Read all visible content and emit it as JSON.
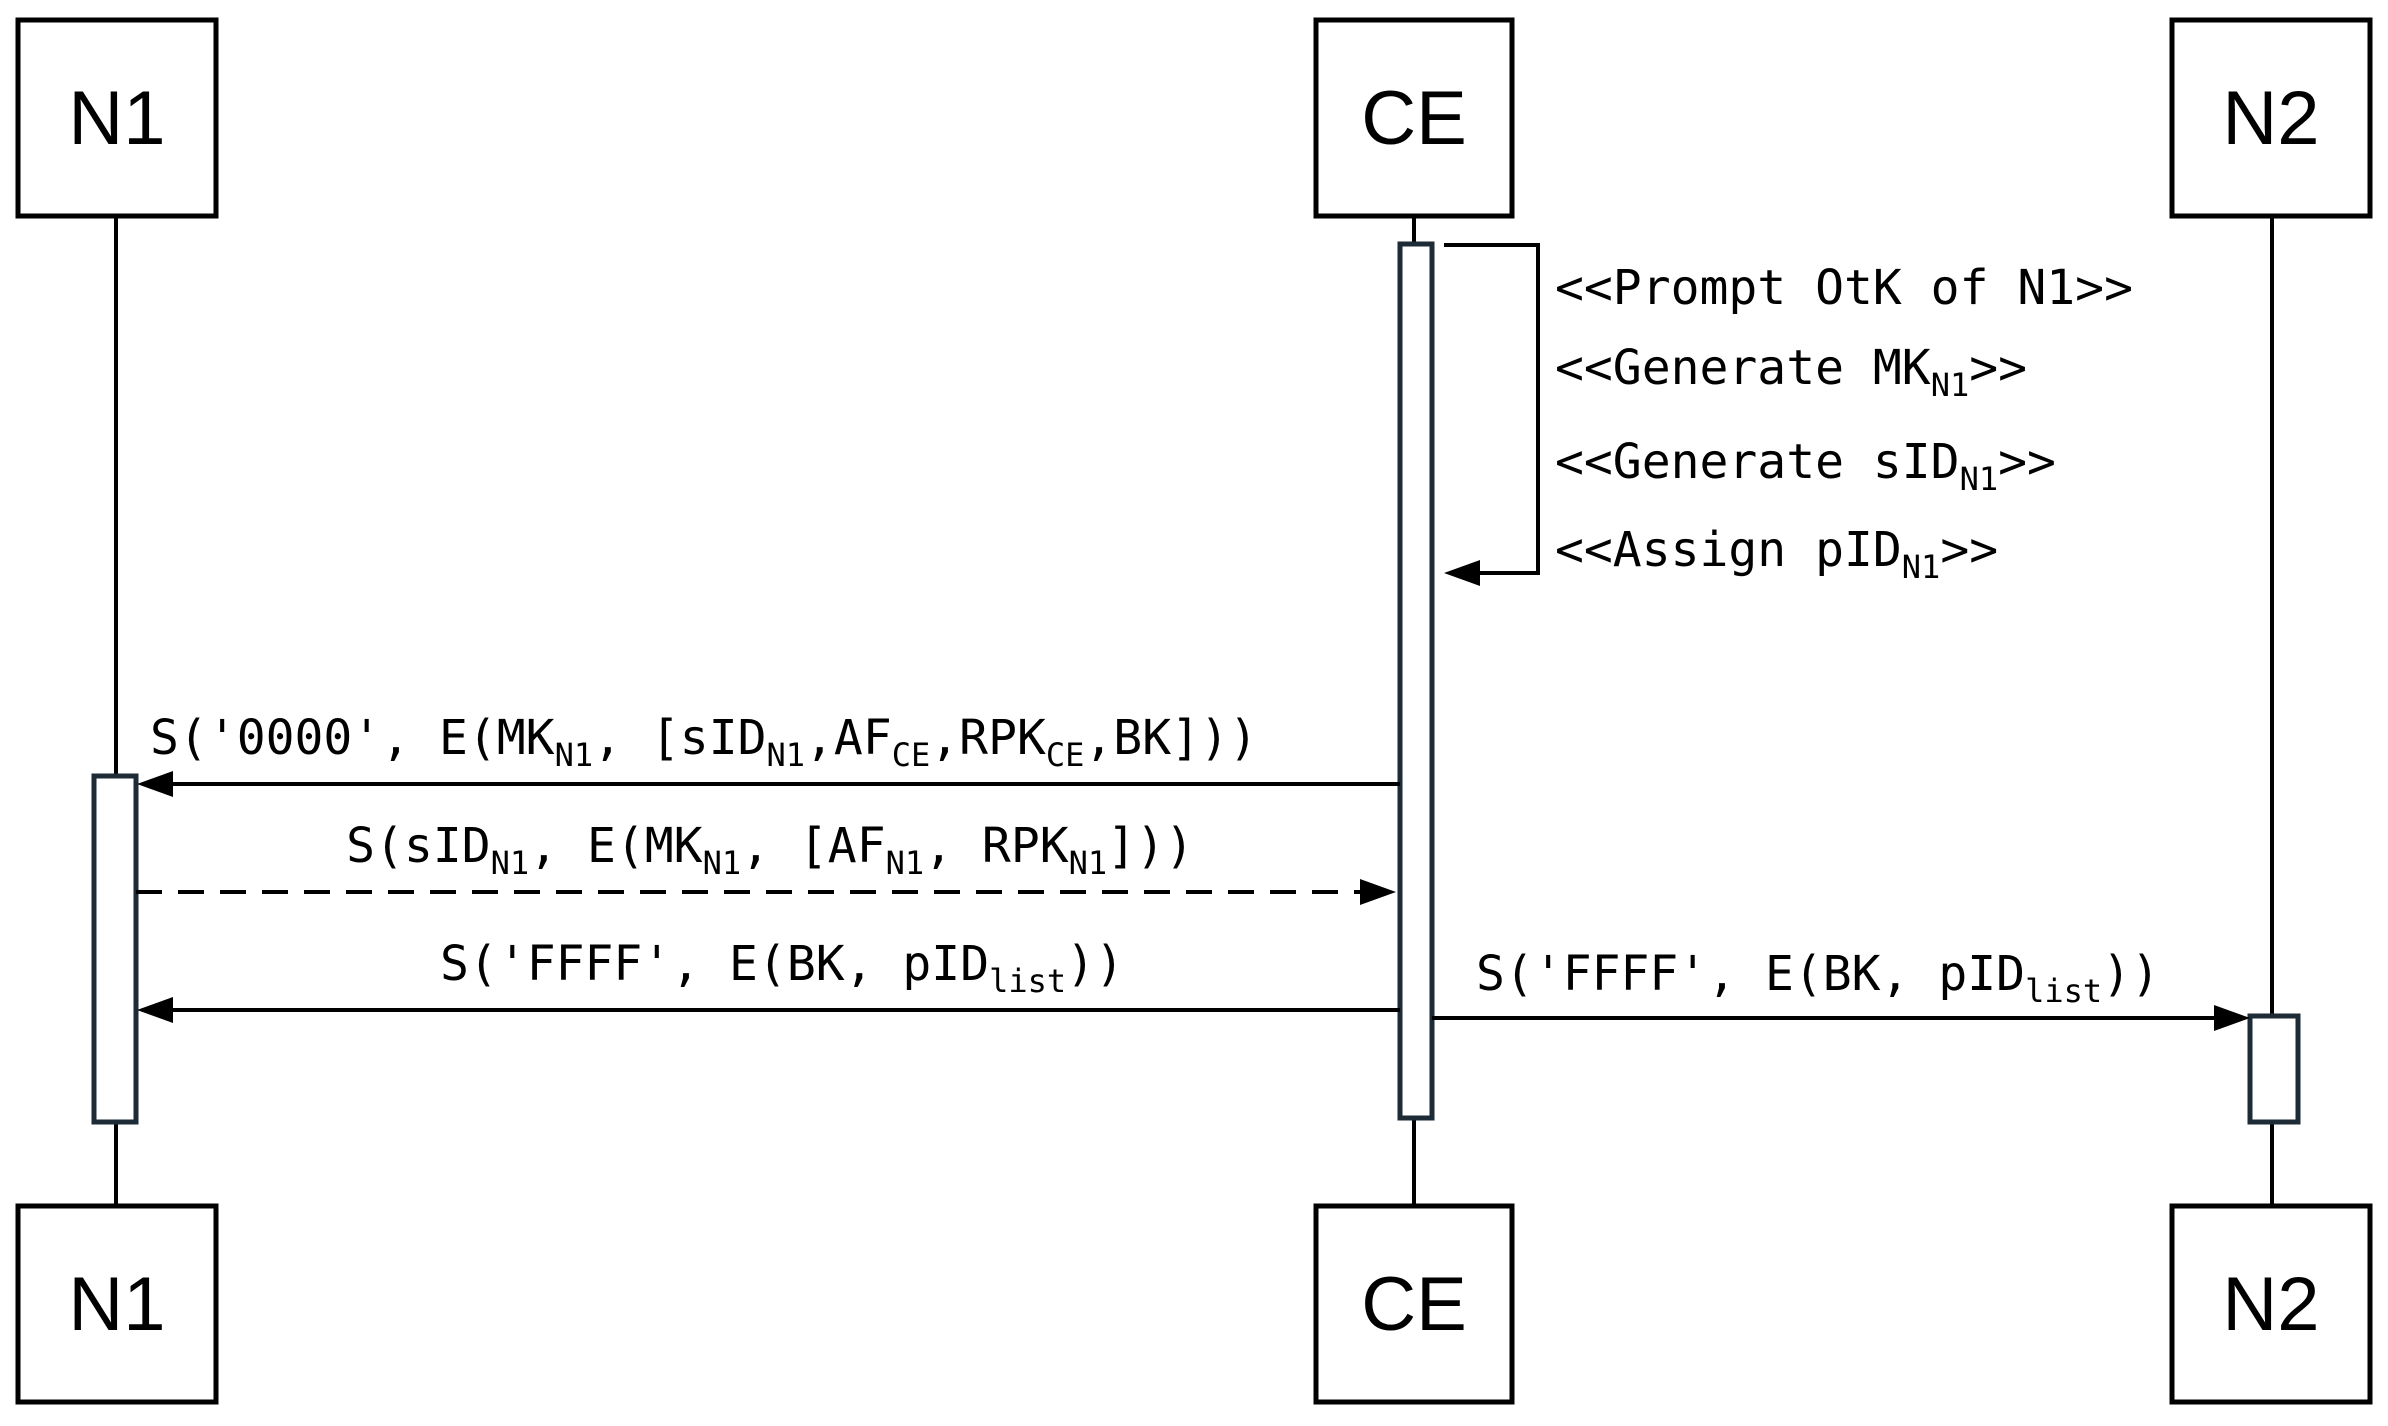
{
  "actors": [
    {
      "id": "n1",
      "label": "N1"
    },
    {
      "id": "ce",
      "label": "CE"
    },
    {
      "id": "n2",
      "label": "N2"
    }
  ],
  "self_messages": [
    {
      "parts": [
        {
          "t": "<<Prompt OtK of N1>>"
        }
      ]
    },
    {
      "parts": [
        {
          "t": "<<Generate MK"
        },
        {
          "t": "N1",
          "sub": true
        },
        {
          "t": ">>"
        }
      ]
    },
    {
      "parts": [
        {
          "t": "<<Generate sID"
        },
        {
          "t": "N1",
          "sub": true
        },
        {
          "t": ">>"
        }
      ]
    },
    {
      "parts": [
        {
          "t": "<<Assign pID"
        },
        {
          "t": "N1",
          "sub": true
        },
        {
          "t": ">>"
        }
      ]
    }
  ],
  "messages": [
    {
      "from": "CE",
      "to": "N1",
      "style": "solid",
      "parts": [
        {
          "t": "S('0000', E(MK"
        },
        {
          "t": "N1",
          "sub": true
        },
        {
          "t": ", [sID"
        },
        {
          "t": "N1",
          "sub": true
        },
        {
          "t": ",AF"
        },
        {
          "t": "CE",
          "sub": true
        },
        {
          "t": ",RPK"
        },
        {
          "t": "CE",
          "sub": true
        },
        {
          "t": ",BK]))"
        }
      ]
    },
    {
      "from": "N1",
      "to": "CE",
      "style": "dashed",
      "parts": [
        {
          "t": "S(sID"
        },
        {
          "t": "N1",
          "sub": true
        },
        {
          "t": ", E(MK"
        },
        {
          "t": "N1",
          "sub": true
        },
        {
          "t": ", [AF"
        },
        {
          "t": "N1",
          "sub": true
        },
        {
          "t": ", RPK"
        },
        {
          "t": "N1",
          "sub": true
        },
        {
          "t": "]))"
        }
      ]
    },
    {
      "from": "CE",
      "to": "N1",
      "style": "solid",
      "parts": [
        {
          "t": "S('FFFF', E(BK, pID"
        },
        {
          "t": "list",
          "sub": true
        },
        {
          "t": "))"
        }
      ]
    },
    {
      "from": "CE",
      "to": "N2",
      "style": "solid",
      "parts": [
        {
          "t": "S('FFFF', E(BK, pID"
        },
        {
          "t": "list",
          "sub": true
        },
        {
          "t": "))"
        }
      ]
    }
  ]
}
